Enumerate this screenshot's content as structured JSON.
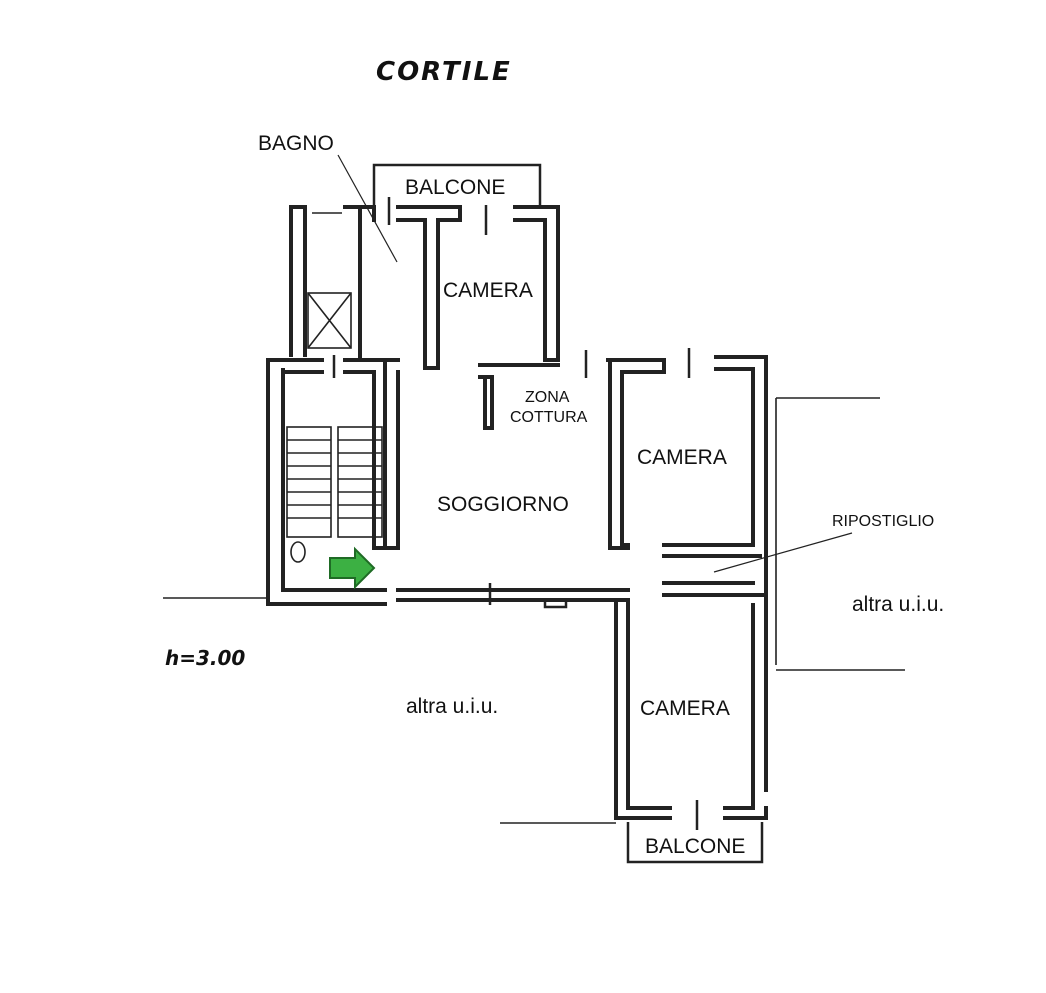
{
  "plan": {
    "courtyard_label": "CORTILE",
    "ceiling_height": "h=3.00",
    "rooms": {
      "bagno": "BAGNO",
      "balcone_top": "BALCONE",
      "camera_top": "CAMERA",
      "zona_cottura_line1": "ZONA",
      "zona_cottura_line2": "COTTURA",
      "camera_right": "CAMERA",
      "soggiorno": "SOGGIORNO",
      "ripostiglio": "RIPOSTIGLIO",
      "altra_uiu_right": "altra u.i.u.",
      "altra_uiu_left": "altra u.i.u.",
      "camera_bottom": "CAMERA",
      "balcone_bottom": "BALCONE"
    },
    "colors": {
      "entrance_arrow": "#3cb043",
      "walls": "#222222"
    },
    "icons": {
      "entrance": "entrance-arrow-icon",
      "elevator": "elevator-shaft-icon",
      "stairs": "staircase-icon"
    }
  }
}
